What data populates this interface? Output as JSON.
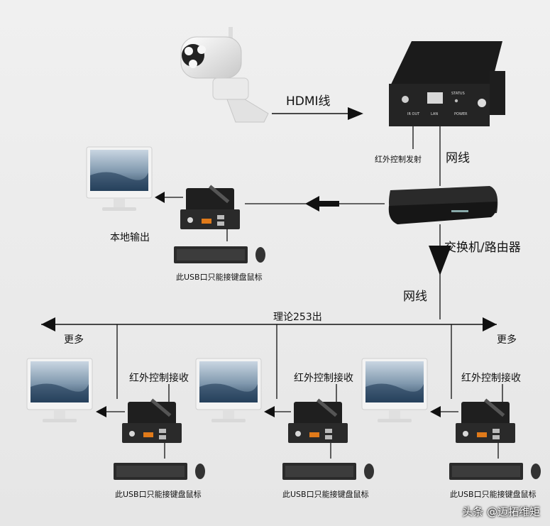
{
  "labels": {
    "hdmi": "HDMI线",
    "ir_emit": "红外控制发射",
    "net1": "网线",
    "switch": "交换机/路由器",
    "net2": "网线",
    "local_out": "本地输出",
    "usb_note": "此USB口只能接键盘鼠标",
    "theory": "理论253出",
    "more": "更多",
    "ir_recv": "红外控制接收"
  },
  "device": {
    "ports": [
      "IR OUT",
      "LAN",
      "POWER"
    ],
    "status": "STATUS"
  },
  "watermark": "头条 @迈拓维矩",
  "colors": {
    "device": "#1d1d1d",
    "line": "#222222",
    "bg": "#ececec"
  }
}
